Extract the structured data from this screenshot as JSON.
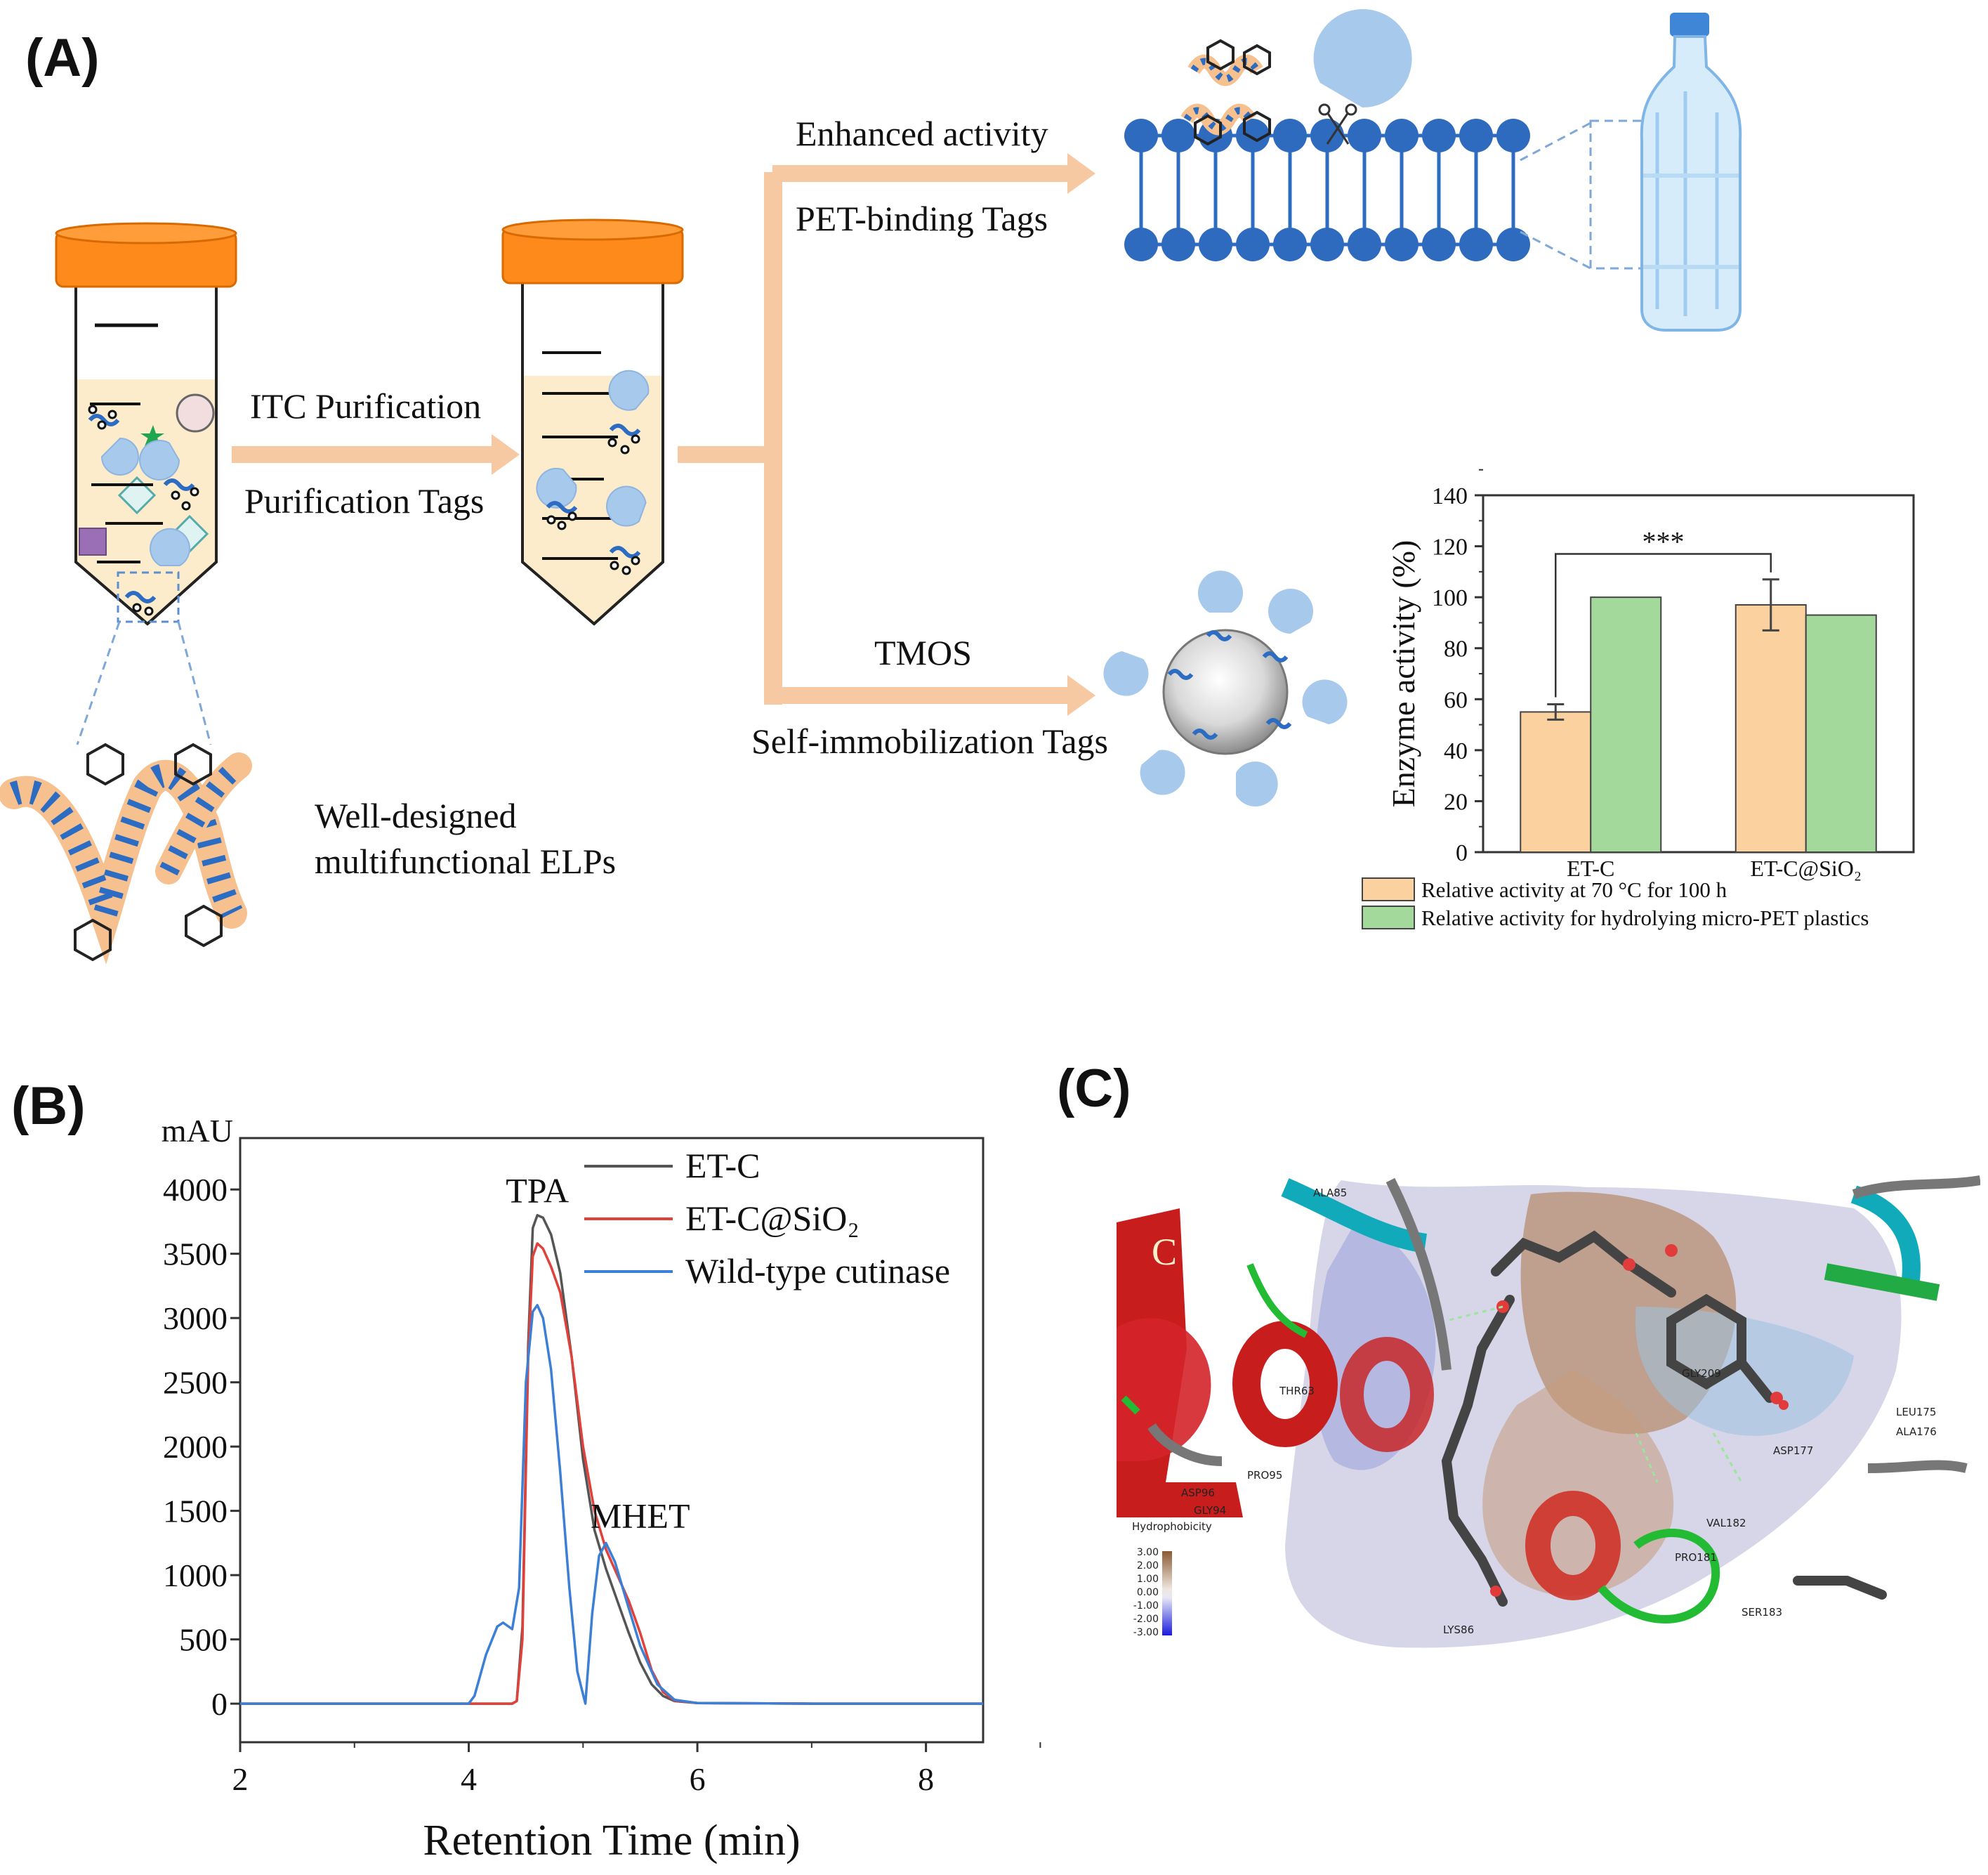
{
  "panels": {
    "a": {
      "label": "(A)",
      "steps": {
        "itc_purification": "ITC Purification",
        "purification_tags": "Purification Tags",
        "enhanced_activity": "Enhanced activity",
        "pet_binding_tags": "PET-binding Tags",
        "tmos": "TMOS",
        "self_immobilization_tags": "Self-immobilization Tags",
        "elps_line1": "Well-designed",
        "elps_line2": "multifunctional ELPs"
      }
    },
    "b": {
      "label": "(B)"
    },
    "c": {
      "label": "(C)",
      "chain_label": "C",
      "hydrophobicity_title": "Hydrophobicity",
      "hydrophobicity_ticks": [
        "3.00",
        "2.00",
        "1.00",
        "0.00",
        "-1.00",
        "-2.00",
        "-3.00"
      ],
      "residues": [
        "ALA85",
        "THR63",
        "PRO95",
        "ASP96",
        "GLY94",
        "LEU175",
        "ALA176",
        "ASP177",
        "VAL182",
        "SER183",
        "PRO181",
        "LYS86",
        "GLY209"
      ]
    }
  },
  "chart_data": [
    {
      "type": "bar",
      "ylabel": "Enzyme activity (%)",
      "ylim": [
        0,
        140
      ],
      "yticks": [
        "0",
        "20",
        "40",
        "60",
        "80",
        "100",
        "120",
        "140"
      ],
      "categories": [
        "ET-C",
        "ET-C@SiO₂"
      ],
      "series": [
        {
          "name": "Relative activity at 70 °C for 100 h",
          "color": "#fbd1a0",
          "values": [
            55,
            97
          ],
          "errors": [
            3,
            10
          ]
        },
        {
          "name": "Relative activity for hydrolying micro-PET plastics",
          "color": "#a3d99a",
          "values": [
            100,
            93
          ],
          "errors": [
            0,
            0
          ]
        }
      ],
      "significance": "***",
      "legend_position": "bottom"
    },
    {
      "type": "line",
      "xlabel": "Retention Time  (min)",
      "ylabel": "mAU",
      "xlim": [
        2,
        8.5
      ],
      "ylim": [
        -300,
        4400
      ],
      "xticks": [
        "2",
        "4",
        "6",
        "8"
      ],
      "yticks": [
        "0",
        "500",
        "1000",
        "1500",
        "2000",
        "2500",
        "3000",
        "3500",
        "4000"
      ],
      "legend_position": "top-right",
      "annotations": [
        {
          "text": "TPA",
          "x": 4.6,
          "y": 3900
        },
        {
          "text": "MHET",
          "x": 5.5,
          "y": 1370
        }
      ],
      "series": [
        {
          "name": "ET-C",
          "color": "#555555",
          "x": [
            2,
            4.38,
            4.42,
            4.47,
            4.52,
            4.56,
            4.6,
            4.65,
            4.72,
            4.8,
            4.9,
            5.0,
            5.1,
            5.2,
            5.3,
            5.4,
            5.5,
            5.6,
            5.7,
            5.8,
            6.0,
            7.0,
            8.5
          ],
          "y": [
            0,
            0,
            20,
            600,
            2800,
            3700,
            3800,
            3780,
            3650,
            3350,
            2700,
            1900,
            1350,
            1050,
            800,
            550,
            320,
            150,
            60,
            20,
            5,
            0,
            0
          ]
        },
        {
          "name": "ET-C@SiO₂",
          "color": "#e0413a",
          "x": [
            2,
            4.38,
            4.42,
            4.47,
            4.52,
            4.56,
            4.6,
            4.65,
            4.72,
            4.8,
            4.9,
            5.0,
            5.1,
            5.2,
            5.3,
            5.4,
            5.5,
            5.6,
            5.7,
            5.8,
            6.0,
            7.0,
            8.5
          ],
          "y": [
            0,
            0,
            20,
            500,
            2700,
            3480,
            3580,
            3540,
            3400,
            3200,
            2700,
            2000,
            1500,
            1200,
            1000,
            800,
            550,
            260,
            90,
            25,
            5,
            0,
            0
          ]
        },
        {
          "name": "Wild-type cutinase",
          "color": "#3c7fd6",
          "x": [
            2,
            4.0,
            4.05,
            4.15,
            4.25,
            4.3,
            4.38,
            4.44,
            4.5,
            4.56,
            4.6,
            4.65,
            4.72,
            4.8,
            4.88,
            4.95,
            5.02,
            5.08,
            5.14,
            5.2,
            5.28,
            5.38,
            5.5,
            5.65,
            5.8,
            6.0,
            7.0,
            8.5
          ],
          "y": [
            0,
            0,
            60,
            380,
            600,
            630,
            580,
            900,
            2500,
            3050,
            3100,
            3000,
            2600,
            1800,
            900,
            250,
            0,
            700,
            1150,
            1250,
            1100,
            800,
            450,
            150,
            30,
            5,
            0,
            0
          ]
        }
      ]
    }
  ]
}
